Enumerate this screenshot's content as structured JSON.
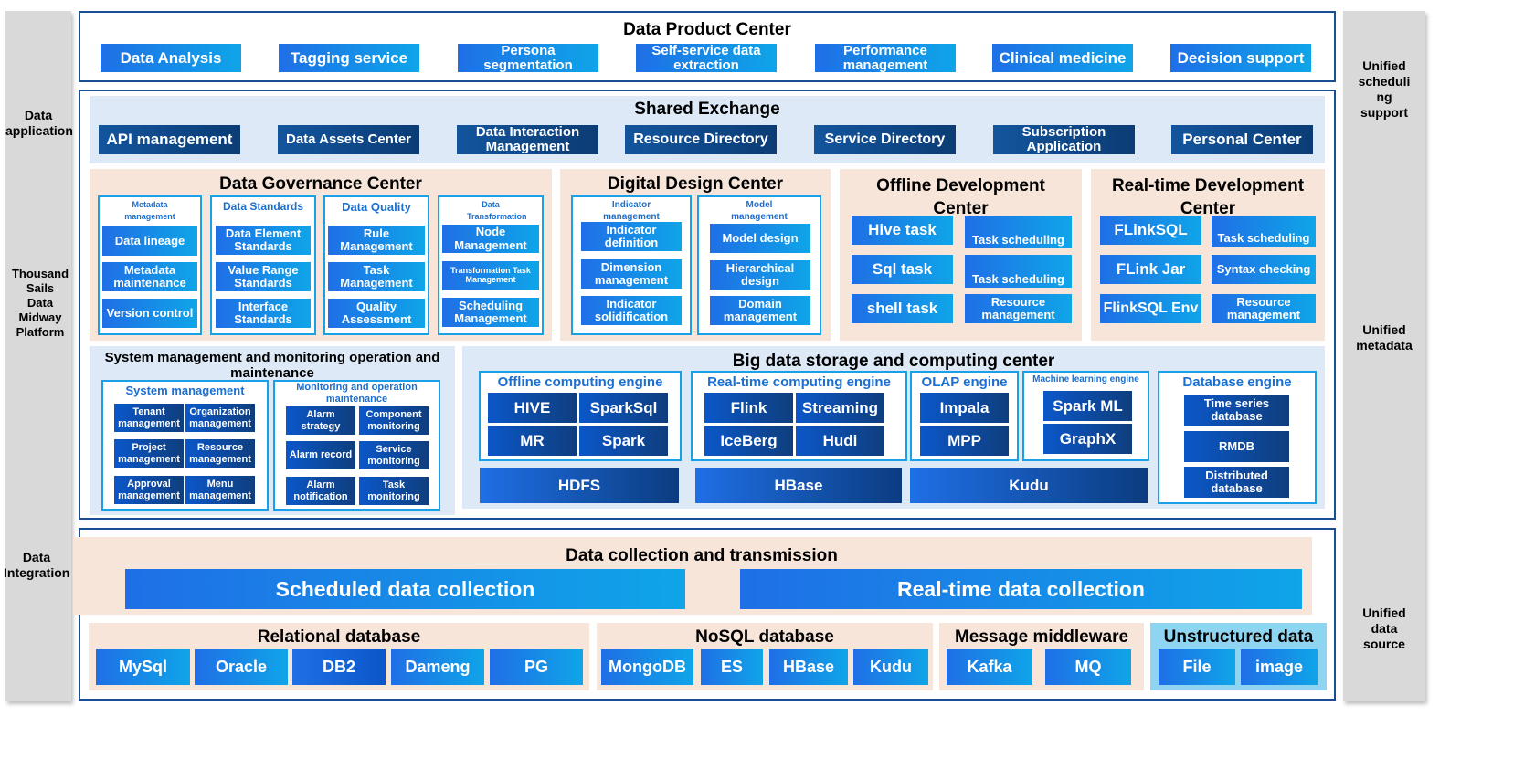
{
  "left_labels": {
    "data_application": "Data\napplication",
    "platform": "Thousand\nSails\nData\nMidway\nPlatform",
    "data_integration": "Data\nIntegration"
  },
  "right_labels": {
    "scheduling": "Unified\nscheduli\nng\nsupport",
    "metadata": "Unified\nmetadata",
    "data_source": "Unified\ndata\nsource"
  },
  "product_center": {
    "title": "Data Product Center",
    "items": [
      "Data Analysis",
      "Tagging service",
      "Persona segmentation",
      "Self-service data extraction",
      "Performance management",
      "Clinical medicine",
      "Decision support"
    ]
  },
  "shared_exchange": {
    "title": "Shared Exchange",
    "items": [
      "API management",
      "Data Assets Center",
      "Data Interaction Management",
      "Resource Directory",
      "Service Directory",
      "Subscription Application",
      "Personal Center"
    ]
  },
  "governance": {
    "title": "Data Governance Center",
    "groups": [
      {
        "title": "Metadata management",
        "items": [
          "Data lineage",
          "Metadata maintenance",
          "Version control"
        ]
      },
      {
        "title": "Data Standards",
        "items": [
          "Data Element Standards",
          "Value Range Standards",
          "Interface Standards"
        ]
      },
      {
        "title": "Data Quality",
        "items": [
          "Rule Management",
          "Task Management",
          "Quality Assessment"
        ]
      },
      {
        "title": "Data Transformation",
        "items": [
          "Node Management",
          "Transformation Task Management",
          "Scheduling Management"
        ]
      }
    ]
  },
  "design": {
    "title": "Digital Design Center",
    "groups": [
      {
        "title": "Indicator management",
        "items": [
          "Indicator definition",
          "Dimension management",
          "Indicator solidification"
        ]
      },
      {
        "title": "Model management",
        "items": [
          "Model design",
          "Hierarchical design",
          "Domain management"
        ]
      }
    ]
  },
  "offline_dev": {
    "title": "Offline Development Center",
    "left": [
      "Hive task",
      "Sql task",
      "shell task"
    ],
    "right": [
      "Task scheduling",
      "Task scheduling",
      "Resource management"
    ]
  },
  "realtime_dev": {
    "title": "Real-time Development Center",
    "left": [
      "FLinkSQL",
      "FLink Jar",
      "FlinkSQL Env"
    ],
    "right": [
      "Task scheduling",
      "Syntax checking",
      "Resource management"
    ]
  },
  "sysmgmt": {
    "title": "System management and monitoring operation and maintenance",
    "system": {
      "title": "System management",
      "items": [
        "Tenant management",
        "Organization management",
        "Project management",
        "Resource management",
        "Approval management",
        "Menu management"
      ]
    },
    "monitor": {
      "title": "Monitoring and operation maintenance",
      "items": [
        "Alarm strategy",
        "Component monitoring",
        "Alarm record",
        "Service monitoring",
        "Alarm notification",
        "Task monitoring"
      ]
    }
  },
  "bigdata": {
    "title": "Big data storage and computing center",
    "offline": {
      "title": "Offline computing engine",
      "items": [
        "HIVE",
        "SparkSql",
        "MR",
        "Spark"
      ]
    },
    "realtime": {
      "title": "Real-time computing engine",
      "items": [
        "Flink",
        "Streaming",
        "IceBerg",
        "Hudi"
      ]
    },
    "olap": {
      "title": "OLAP engine",
      "items": [
        "Impala",
        "MPP"
      ]
    },
    "ml": {
      "title": "Machine learning engine",
      "items": [
        "Spark ML",
        "GraphX"
      ]
    },
    "db": {
      "title": "Database engine",
      "items": [
        "Time series database",
        "RMDB",
        "Distributed database"
      ]
    },
    "storage": [
      "HDFS",
      "HBase",
      "Kudu"
    ]
  },
  "collection": {
    "title": "Data collection and transmission",
    "scheduled": "Scheduled data collection",
    "realtime": "Real-time data collection"
  },
  "sources": {
    "relational": {
      "title": "Relational database",
      "items": [
        "MySql",
        "Oracle",
        "DB2",
        "Dameng",
        "PG"
      ]
    },
    "nosql": {
      "title": "NoSQL database",
      "items": [
        "MongoDB",
        "ES",
        "HBase",
        "Kudu"
      ]
    },
    "mq": {
      "title": "Message middleware",
      "items": [
        "Kafka",
        "MQ"
      ]
    },
    "unstructured": {
      "title": "Unstructured data",
      "items": [
        "File",
        "image"
      ]
    }
  }
}
